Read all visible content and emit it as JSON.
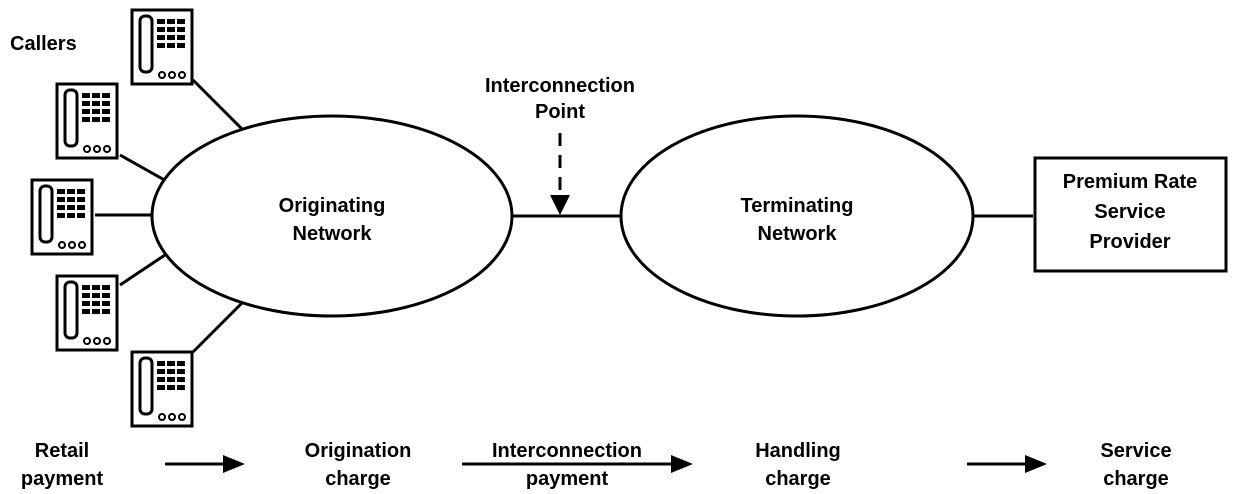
{
  "callers_label": "Callers",
  "interconnection_point": {
    "line1": "Interconnection",
    "line2": "Point"
  },
  "originating_network": {
    "line1": "Originating",
    "line2": "Network"
  },
  "terminating_network": {
    "line1": "Terminating",
    "line2": "Network"
  },
  "provider": {
    "line1": "Premium Rate",
    "line2": "Service",
    "line3": "Provider"
  },
  "payment_flow": [
    {
      "line1": "Retail",
      "line2": "payment"
    },
    {
      "line1": "Origination",
      "line2": "charge"
    },
    {
      "line1": "Interconnection",
      "line2": "payment"
    },
    {
      "line1": "Handling",
      "line2": "charge"
    },
    {
      "line1": "Service",
      "line2": "charge"
    }
  ],
  "colors": {
    "stroke": "#000000",
    "background": "#ffffff"
  },
  "icons": {
    "caller": "telephone-icon"
  }
}
